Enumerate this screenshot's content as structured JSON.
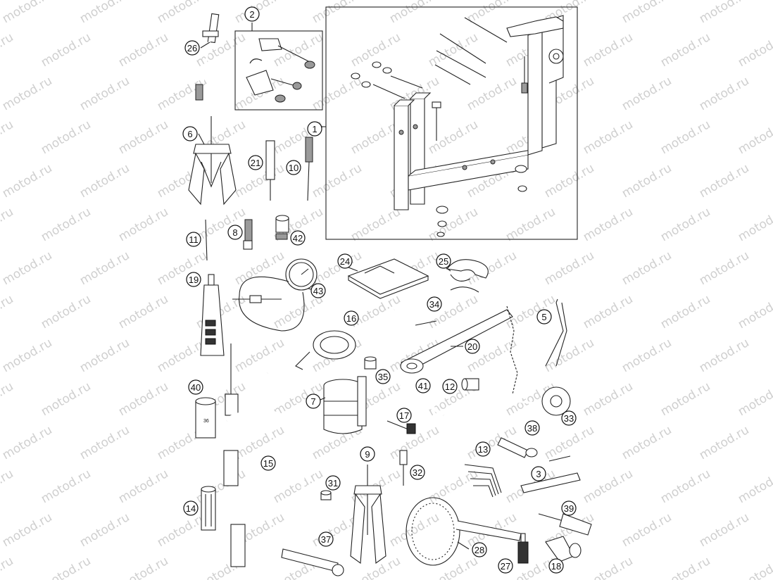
{
  "watermark": {
    "text": "motod.ru",
    "color": "#cfcfcf"
  },
  "callouts": [
    {
      "id": "c1",
      "label": "1"
    },
    {
      "id": "c2",
      "label": "2"
    },
    {
      "id": "c3",
      "label": "3"
    },
    {
      "id": "c5",
      "label": "5"
    },
    {
      "id": "c6",
      "label": "6"
    },
    {
      "id": "c7",
      "label": "7"
    },
    {
      "id": "c8",
      "label": "8"
    },
    {
      "id": "c9",
      "label": "9"
    },
    {
      "id": "c10",
      "label": "10"
    },
    {
      "id": "c11",
      "label": "11"
    },
    {
      "id": "c12",
      "label": "12"
    },
    {
      "id": "c13",
      "label": "13"
    },
    {
      "id": "c14",
      "label": "14"
    },
    {
      "id": "c15",
      "label": "15"
    },
    {
      "id": "c16",
      "label": "16"
    },
    {
      "id": "c17",
      "label": "17"
    },
    {
      "id": "c18",
      "label": "18"
    },
    {
      "id": "c19",
      "label": "19"
    },
    {
      "id": "c20",
      "label": "20"
    },
    {
      "id": "c21",
      "label": "21"
    },
    {
      "id": "c24",
      "label": "24"
    },
    {
      "id": "c25",
      "label": "25"
    },
    {
      "id": "c26",
      "label": "26"
    },
    {
      "id": "c27",
      "label": "27"
    },
    {
      "id": "c28",
      "label": "28"
    },
    {
      "id": "c31",
      "label": "31"
    },
    {
      "id": "c32",
      "label": "32"
    },
    {
      "id": "c33",
      "label": "33"
    },
    {
      "id": "c34",
      "label": "34"
    },
    {
      "id": "c35",
      "label": "35"
    },
    {
      "id": "c37",
      "label": "37"
    },
    {
      "id": "c38",
      "label": "38"
    },
    {
      "id": "c39",
      "label": "39"
    },
    {
      "id": "c40",
      "label": "40"
    },
    {
      "id": "c41",
      "label": "41"
    },
    {
      "id": "c42",
      "label": "42"
    },
    {
      "id": "c43",
      "label": "43"
    }
  ],
  "socket_marking": "36"
}
